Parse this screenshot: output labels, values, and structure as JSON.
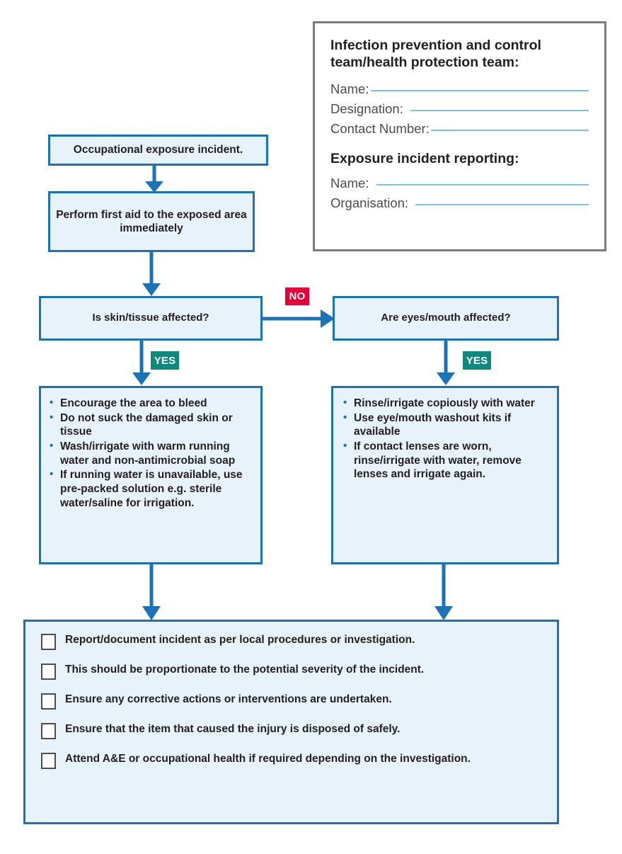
{
  "info_panel": {
    "heading_1": "Infection prevention and control team/health protection team:",
    "fields_1": [
      {
        "label": "Name:"
      },
      {
        "label": "Designation:"
      },
      {
        "label": "Contact Number:"
      }
    ],
    "heading_2": "Exposure incident reporting:",
    "fields_2": [
      {
        "label": "Name:"
      },
      {
        "label": "Organisation:"
      }
    ]
  },
  "flow": {
    "start": "Occupational exposure incident.",
    "first_aid": "Perform first aid to the exposed area immediately",
    "decision_skin": "Is skin/tissue affected?",
    "decision_eyes": "Are eyes/mouth affected?",
    "label_no": "NO",
    "label_yes_left": "YES",
    "label_yes_right": "YES",
    "skin_actions": [
      "Encourage the area to bleed",
      "Do not suck the damaged skin or tissue",
      "Wash/irrigate with warm running water and non-antimicrobial soap",
      "If running water is unavailable, use pre-packed solution e.g. sterile water/saline for irrigation."
    ],
    "eyes_actions": [
      "Rinse/irrigate copiously with water",
      "Use eye/mouth washout kits if available",
      "If contact lenses are worn, rinse/irrigate with water, remove lenses and irrigate again."
    ],
    "checklist": [
      "Report/document incident as per local procedures or investigation.",
      "This should be proportionate to the potential severity of the incident.",
      "Ensure any corrective actions or interventions are undertaken.",
      "Ensure that the item that caused the injury is disposed of safely.",
      "Attend A&E or occupational health if required depending on the investigation."
    ]
  },
  "colors": {
    "box_border": "#1b72b7",
    "box_fill": "#e8f2fb",
    "no_badge": "#e3003a",
    "yes_badge": "#0e8a7d",
    "panel_border": "#7d7d7d",
    "field_underline": "#7cc2e2",
    "text": "#231f20"
  }
}
